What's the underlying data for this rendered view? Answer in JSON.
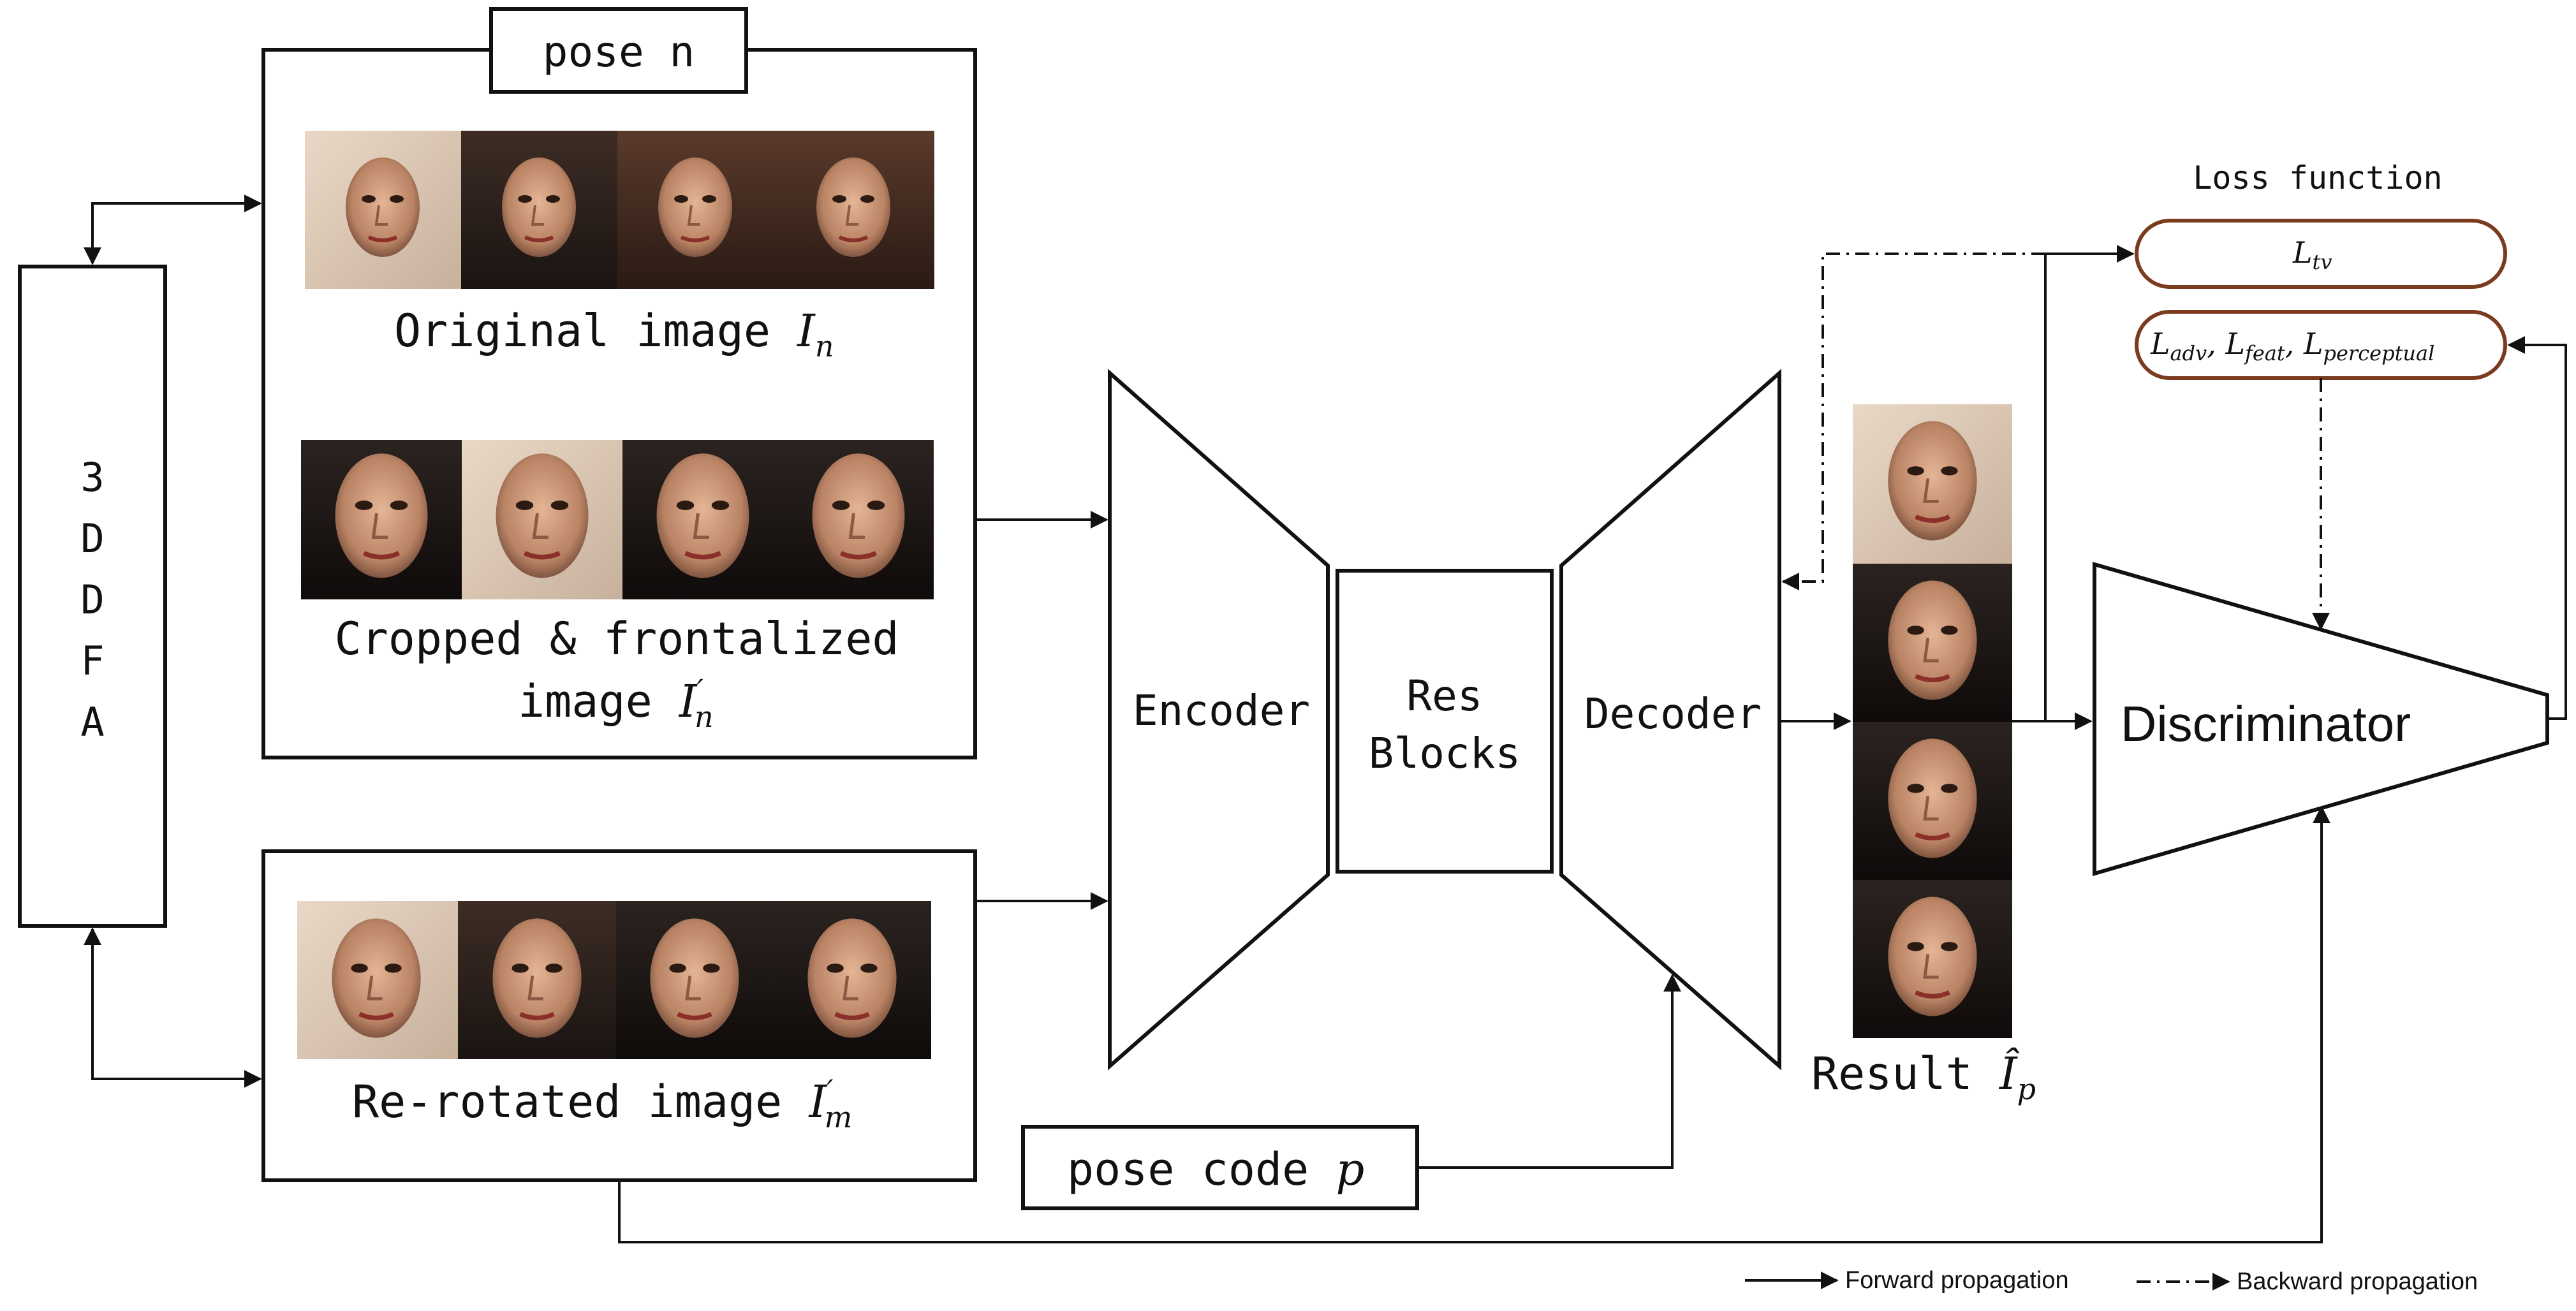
{
  "left_module": {
    "label_chars": [
      "3",
      "D",
      "D",
      "F",
      "A"
    ]
  },
  "pose_tab": "pose n",
  "captions": {
    "original": "Original image ",
    "original_sym": "I",
    "original_sub": "n",
    "cropped_line1": "Cropped & frontalized",
    "cropped_line2": "image ",
    "cropped_sym": "I",
    "cropped_sub": "n",
    "rerotated": "Re-rotated image ",
    "rerotated_sym": "I",
    "rerotated_sub": "m",
    "result": "Result ",
    "result_sym": "Î",
    "result_sub": "p"
  },
  "network": {
    "encoder": "Encoder",
    "res_line1": "Res",
    "res_line2": "Blocks",
    "decoder": "Decoder",
    "discriminator": "Discriminator"
  },
  "pose_code": {
    "text": "pose code ",
    "sym": "p"
  },
  "loss": {
    "title": "Loss function",
    "tv": "L",
    "tv_sub": "tv",
    "combined": "L",
    "adv_sub": "adv",
    "feat_sub": "feat",
    "perc_sub": "perceptual"
  },
  "legend": {
    "forward": "Forward propagation",
    "backward": "Backward propagation"
  },
  "face_rows": {
    "original": [
      "face-1",
      "face-2",
      "face-3",
      "face-4"
    ],
    "cropped": [
      "face-1",
      "face-2",
      "face-3",
      "face-4"
    ],
    "rerotated": [
      "face-1",
      "face-2",
      "face-3",
      "face-4"
    ],
    "result": [
      "face-1",
      "face-2",
      "face-3",
      "face-4"
    ]
  }
}
